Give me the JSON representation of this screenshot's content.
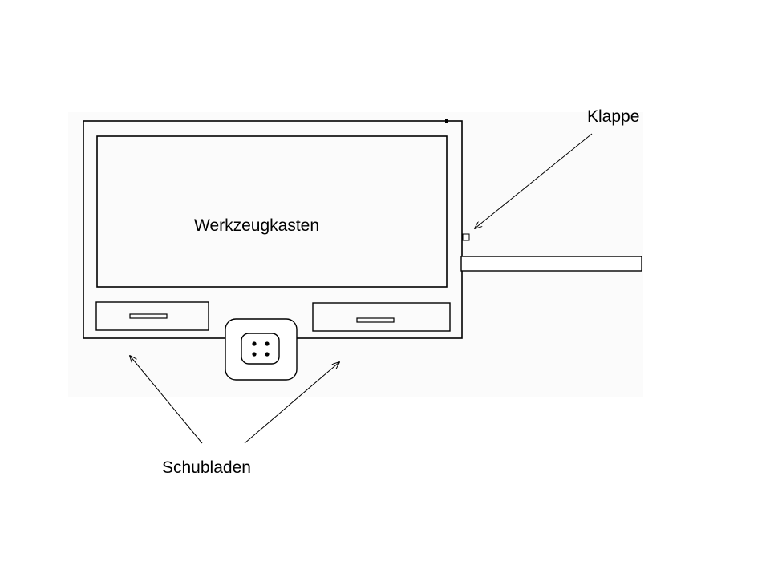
{
  "diagram": {
    "labels": {
      "toolbox": "Werkzeugkasten",
      "flap": "Klappe",
      "drawers": "Schubladen"
    },
    "colors": {
      "stroke": "#000000",
      "background": "#ffffff",
      "panel_tint": "#fbfbfb"
    }
  }
}
